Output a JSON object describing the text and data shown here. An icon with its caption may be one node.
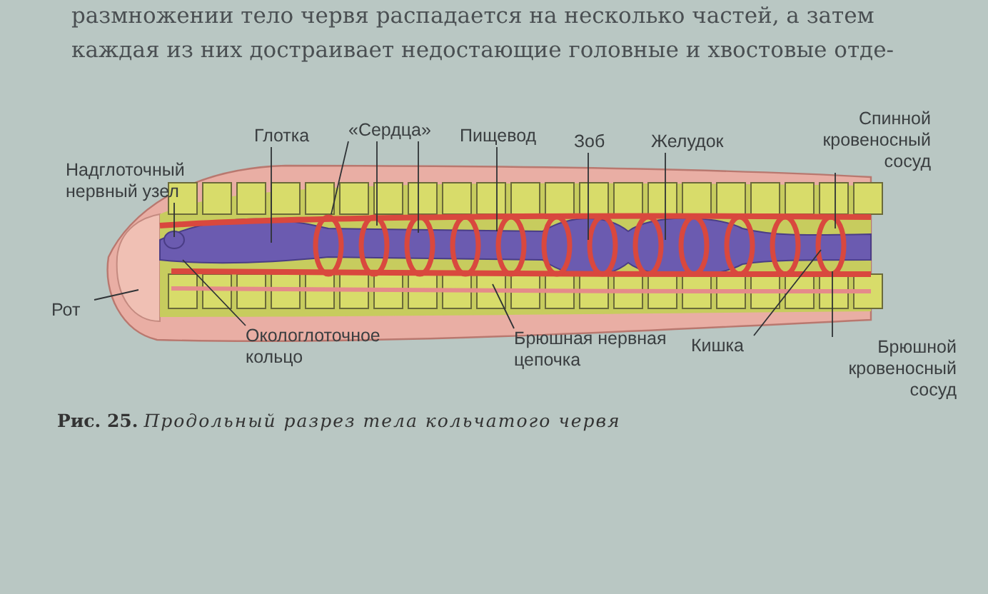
{
  "diagram": {
    "caption": "**Рис. 25.** *Продольный разрез тела кольчатого червя*",
    "nodes": [
      {
        "text": [
          "Надглоточный нервный узел"
        ]
      },
      {
        "text": [
          "Глотка"
        ]
      },
      {
        "text": [
          "«Сердца»"
        ]
      },
      {
        "text": [
          "Пищевод"
        ]
      },
      {
        "text": [
          "Зоб"
        ]
      },
      {
        "text": [
          "Желудок"
        ]
      },
      {
        "text": [
          "Спинной кровеносный сосуд"
        ]
      },
      {
        "text": [
          "Рот"
        ]
      },
      {
        "text": [
          "Окологлоточное кольцо"
        ]
      },
      {
        "text": [
          "Брюшная нервная цепочка"
        ]
      },
      {
        "text": [
          "Кишка"
        ]
      },
      {
        "text": [
          "Брюшной кровеносный сосуд"
        ]
      }
    ],
    "edges": [
      {
        "from": 0,
        "to": null,
        "arrow": "none"
      },
      {
        "from": 1,
        "to": null,
        "arrow": "none"
      },
      {
        "from": 2,
        "to": null,
        "arrow": "none"
      },
      {
        "from": 2,
        "to": null,
        "arrow": "none"
      },
      {
        "from": 2,
        "to": null,
        "arrow": "none"
      },
      {
        "from": 3,
        "to": null,
        "arrow": "none"
      },
      {
        "from": 4,
        "to": null,
        "arrow": "none"
      },
      {
        "from": 5,
        "to": null,
        "arrow": "none"
      },
      {
        "from": 6,
        "to": null,
        "arrow": "none"
      },
      {
        "from": 7,
        "to": null,
        "arrow": "none"
      },
      {
        "from": 8,
        "to": null,
        "arrow": "none"
      },
      {
        "from": 9,
        "to": null,
        "arrow": "none"
      },
      {
        "from": 10,
        "to": null,
        "arrow": "none"
      },
      {
        "from": 11,
        "to": null,
        "arrow": "none"
      }
    ],
    "labels": [
      "размножении тело червя распадается на несколько частей, а затем",
      "каждая из них достраивает недостающие головные и хвостовые отде-"
    ]
  }
}
